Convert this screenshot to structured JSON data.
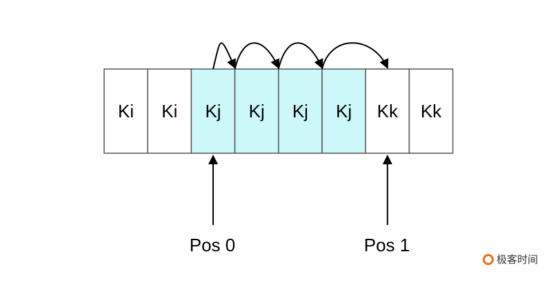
{
  "cells": [
    {
      "label": "Ki",
      "highlight": false
    },
    {
      "label": "Ki",
      "highlight": false
    },
    {
      "label": "Kj",
      "highlight": true
    },
    {
      "label": "Kj",
      "highlight": true
    },
    {
      "label": "Kj",
      "highlight": true
    },
    {
      "label": "Kj",
      "highlight": true
    },
    {
      "label": "Kk",
      "highlight": false
    },
    {
      "label": "Kk",
      "highlight": false
    }
  ],
  "pointers": [
    {
      "label": "Pos 0",
      "cell_index": 2
    },
    {
      "label": "Pos 1",
      "cell_index": 6
    }
  ],
  "hops": [
    [
      2,
      3
    ],
    [
      3,
      4
    ],
    [
      4,
      5
    ],
    [
      5,
      6
    ]
  ],
  "colors": {
    "highlight": "#ccf8fa",
    "border": "#555555",
    "logo": "#e8701a"
  },
  "watermark": "极客时间"
}
